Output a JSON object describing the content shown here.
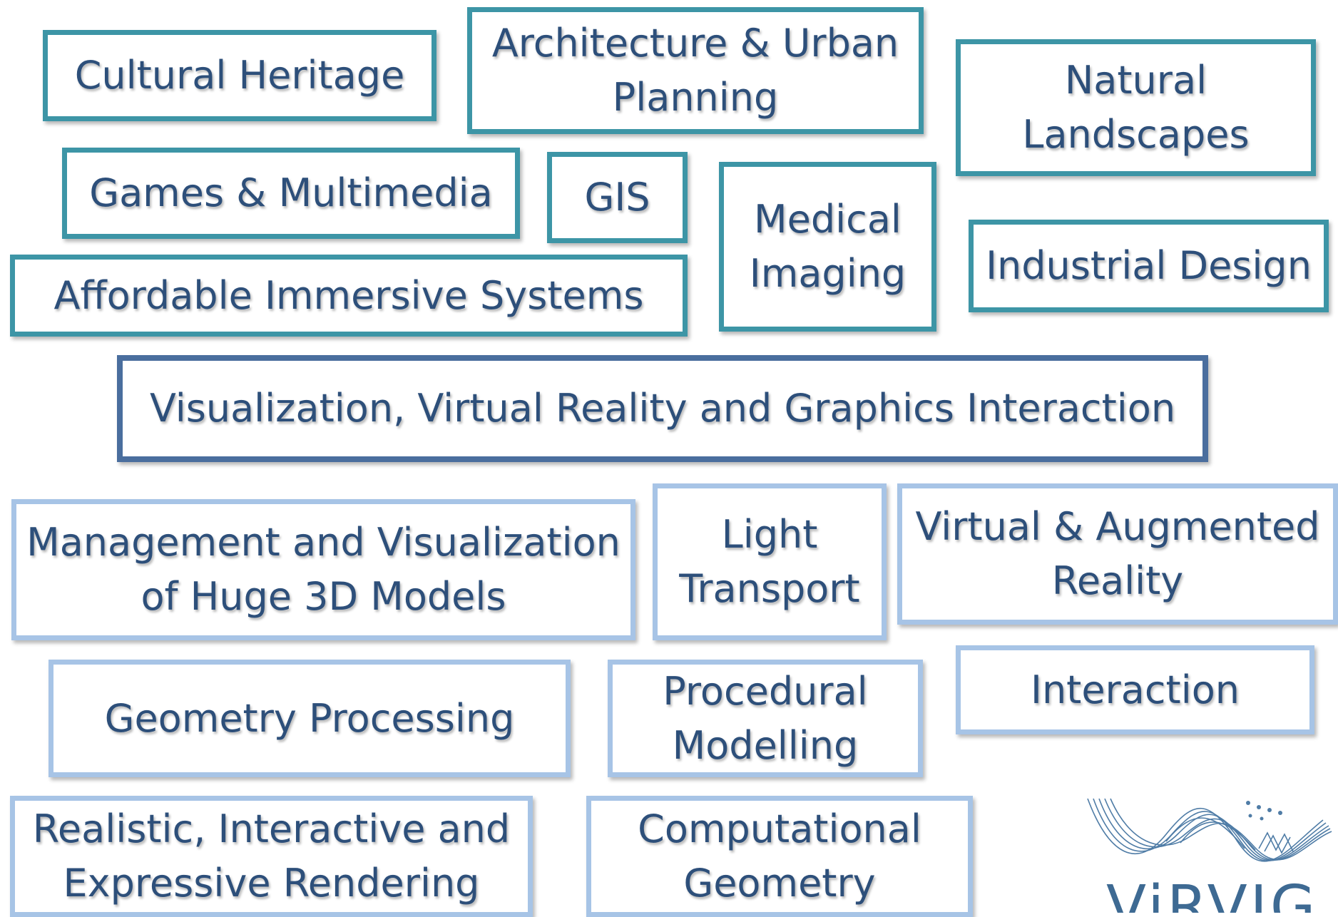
{
  "application_areas": [
    {
      "label": "Cultural Heritage"
    },
    {
      "label": "Architecture & Urban\nPlanning"
    },
    {
      "label": "Natural\nLandscapes"
    },
    {
      "label": "Games & Multimedia"
    },
    {
      "label": "GIS"
    },
    {
      "label": "Medical\nImaging"
    },
    {
      "label": "Industrial Design"
    },
    {
      "label": "Affordable Immersive Systems"
    }
  ],
  "core": {
    "label": "Visualization, Virtual Reality and Graphics Interaction"
  },
  "research_lines": [
    {
      "label": "Management and Visualization\nof Huge 3D Models"
    },
    {
      "label": "Light\nTransport"
    },
    {
      "label": "Virtual & Augmented\nReality"
    },
    {
      "label": "Geometry Processing"
    },
    {
      "label": "Procedural\nModelling"
    },
    {
      "label": "Interaction"
    },
    {
      "label": "Realistic, Interactive and\nExpressive Rendering"
    },
    {
      "label": "Computational\nGeometry"
    }
  ],
  "logo": {
    "text": "ViRVIG",
    "icon": "wave-lines-logo-icon"
  },
  "colors": {
    "application_border": "#3d95a6",
    "core_border": "#4a6e9e",
    "research_border": "#a7c4e6",
    "text": "#2d4f7a"
  }
}
